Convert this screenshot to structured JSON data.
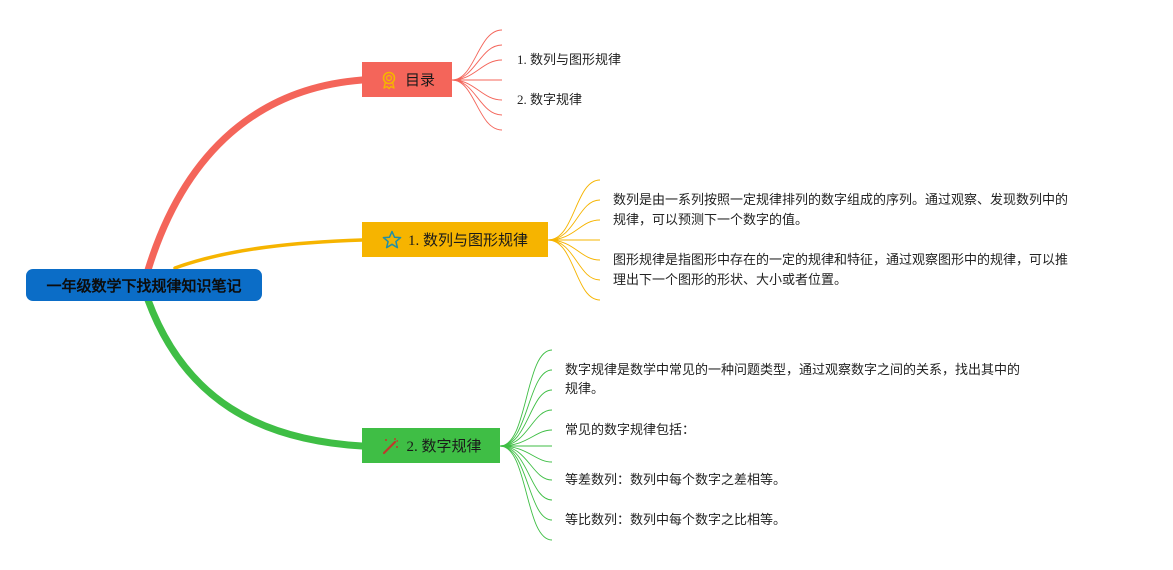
{
  "root": {
    "title": "一年级数学下找规律知识笔记",
    "color": "#0b6dc7"
  },
  "branches": [
    {
      "id": "toc",
      "label": "目录",
      "icon": "award-ribbon-icon",
      "color": "#f4655a",
      "children": [
        "1. 数列与图形规律",
        "2. 数字规律"
      ]
    },
    {
      "id": "seq",
      "label": "1. 数列与图形规律",
      "icon": "star-outline-icon",
      "color": "#f6b400",
      "children": [
        "数列是由一系列按照一定规律排列的数字组成的序列。通过观察、发现数列中的",
        "规律，可以预测下一个数字的值。",
        "图形规律是指图形中存在的一定的规律和特征，通过观察图形中的规律，可以推",
        "理出下一个图形的形状、大小或者位置。"
      ]
    },
    {
      "id": "num",
      "label": "2. 数字规律",
      "icon": "magic-wand-icon",
      "color": "#3fbe45",
      "children": [
        "数字规律是数学中常见的一种问题类型，通过观察数字之间的关系，找出其中的",
        "规律。",
        "常见的数字规律包括：",
        "等差数列：数列中每个数字之差相等。",
        "等比数列：数列中每个数字之比相等。"
      ]
    }
  ],
  "colors": {
    "toc_line": "#f4655a",
    "seq_line": "#f6b400",
    "num_line": "#3fbe45"
  }
}
